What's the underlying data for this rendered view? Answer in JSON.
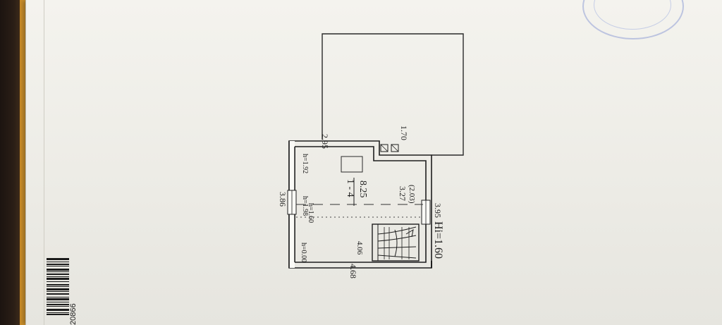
{
  "plan": {
    "dims": {
      "top_a": "2.95",
      "top_b": "1.70",
      "left": "3.86",
      "right": "3.95",
      "bottom": "4.68",
      "inner_stair": "4.06"
    },
    "heights": {
      "h_top": "h=1.92",
      "h_mid_a": "h=1.98",
      "h_mid_b": "h=1.60",
      "h_floor": "h=0.00"
    },
    "room": {
      "number": "1 - 4",
      "area": "8.25",
      "width": "3.27",
      "width_paren": "(2.03)"
    },
    "level": "Hi=1.60"
  },
  "document": {
    "barcode_number": "20866"
  },
  "colors": {
    "ink": "#1e1e1e",
    "stamp": "#8f9fd6",
    "paper": "#f0efe8"
  }
}
